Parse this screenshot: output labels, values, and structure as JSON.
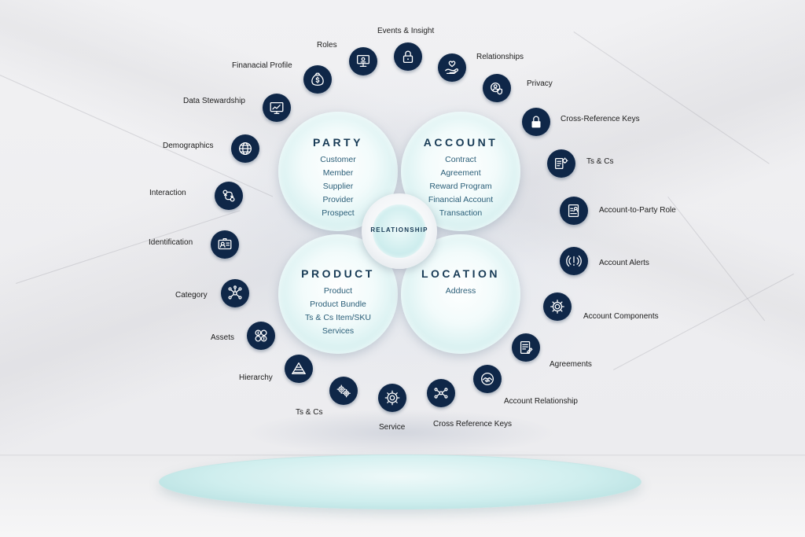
{
  "center": {
    "label": "RELATIONSHIP"
  },
  "quadrants": {
    "party": {
      "title": "PARTY",
      "items": [
        "Customer",
        "Member",
        "Supplier",
        "Provider",
        "Prospect"
      ]
    },
    "account": {
      "title": "ACCOUNT",
      "items": [
        "Contract",
        "Agreement",
        "Reward Program",
        "Financial Account",
        "Transaction"
      ]
    },
    "product": {
      "title": "PRODUCT",
      "items": [
        "Product",
        "Product Bundle",
        "Ts & Cs Item/SKU",
        "Services"
      ]
    },
    "location": {
      "title": "LOCATION",
      "items": [
        "Address"
      ]
    }
  },
  "ring": {
    "roles": {
      "label": "Roles",
      "icon": "presentation-icon"
    },
    "events_insight": {
      "label": "Events & Insight",
      "icon": "lock-icon"
    },
    "relationships": {
      "label": "Relationships",
      "icon": "hand-heart-icon"
    },
    "privacy": {
      "label": "Privacy",
      "icon": "user-shield-icon"
    },
    "cross_reference_keys_top": {
      "label": "Cross-Reference Keys",
      "icon": "padlock-icon"
    },
    "ts_cs_right": {
      "label": "Ts & Cs",
      "icon": "document-gear-icon"
    },
    "account_to_party_role": {
      "label": "Account-to-Party Role",
      "icon": "document-person-icon"
    },
    "account_alerts": {
      "label": "Account Alerts",
      "icon": "alert-icon"
    },
    "account_components": {
      "label": "Account Components",
      "icon": "gear-icon"
    },
    "agreements": {
      "label": "Agreements",
      "icon": "contract-icon"
    },
    "account_relationship": {
      "label": "Account Relationship",
      "icon": "handshake-icon"
    },
    "cross_reference_keys_bottom": {
      "label": "Cross Reference Keys",
      "icon": "network-icon"
    },
    "service": {
      "label": "Service",
      "icon": "service-gear-icon"
    },
    "ts_cs_left": {
      "label": "Ts & Cs",
      "icon": "gears-icon"
    },
    "hierarchy": {
      "label": "Hierarchy",
      "icon": "pyramid-icon"
    },
    "assets": {
      "label": "Assets",
      "icon": "assets-icon"
    },
    "category": {
      "label": "Category",
      "icon": "category-nodes-icon"
    },
    "identification": {
      "label": "Identification",
      "icon": "id-card-icon"
    },
    "interaction": {
      "label": "Interaction",
      "icon": "interaction-icon"
    },
    "demographics": {
      "label": "Demographics",
      "icon": "globe-icon"
    },
    "data_stewardship": {
      "label": "Data Stewardship",
      "icon": "chart-board-icon"
    },
    "financial_profile": {
      "label": "Finanacial Profile",
      "icon": "money-bag-icon"
    }
  }
}
